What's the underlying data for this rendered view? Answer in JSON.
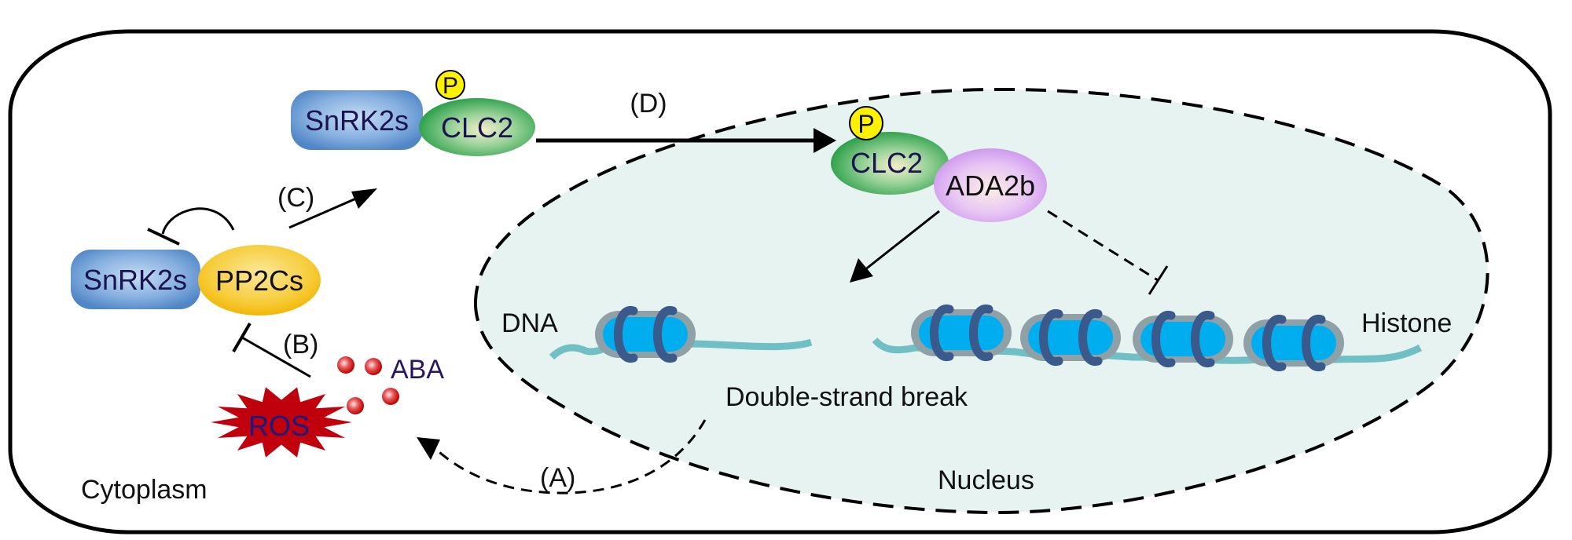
{
  "figure": {
    "compartments": {
      "cytoplasm_label": "Cytoplasm",
      "nucleus_label": "Nucleus"
    },
    "proteins": {
      "snrk2s_top": "SnRK2s",
      "clc2_top": "CLC2",
      "phospho_top": "P",
      "snrk2s_bottom": "SnRK2s",
      "pp2cs": "PP2Cs",
      "clc2_nucleus": "CLC2",
      "phospho_nucleus": "P",
      "ada2b": "ADA2b"
    },
    "molecules": {
      "aba_label": "ABA",
      "ros_label": "ROS"
    },
    "chromatin": {
      "dna_label": "DNA",
      "histone_label": "Histone",
      "break_label": "Double-strand break"
    },
    "steps": {
      "a": "(A)",
      "b": "(B)",
      "c": "(C)",
      "d": "(D)"
    },
    "colors": {
      "snrk2s": "#5b8fcf",
      "clc2": "#2aa84a",
      "pp2cs": "#f6c21c",
      "ada2b": "#d8a6f2",
      "phospho": "#fff200",
      "ros": "#c0000c",
      "aba": "#d01818",
      "nucleus_fill": "#e6f3f1",
      "histone_core": "#00aeef",
      "histone_outer": "#8fa0a6",
      "histone_ring": "#3a5a8c",
      "dna_strand": "#6fbfc4"
    }
  }
}
